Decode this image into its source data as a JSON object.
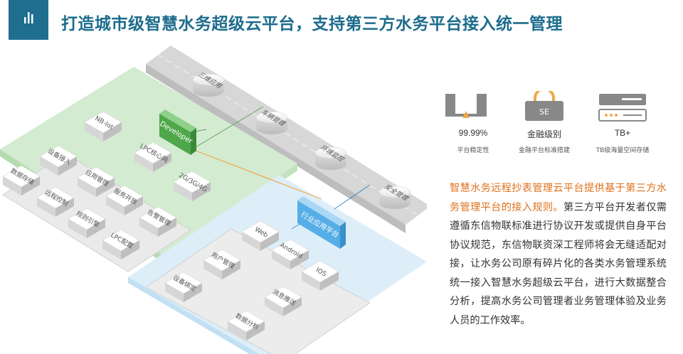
{
  "header": {
    "title": "打造城市级智慧水务超级云平台，支持第三方水务平台接入统一管理"
  },
  "diagram": {
    "developer": "Developer",
    "industry_platform": "行业应用平台",
    "road_nodes": [
      "三维应用",
      "车辆管理",
      "环境监控",
      "安全管理"
    ],
    "green_modules": [
      "NB-Iot",
      "LPC核心网",
      "2G/3G/4G"
    ],
    "green_apps": [
      "设备接入",
      "应用管理",
      "数据存储",
      "远程控制",
      "服务开放",
      "告警管理",
      "规则引擎",
      "LPC配置"
    ],
    "blue_platforms": [
      "Web",
      "Android",
      "IOS"
    ],
    "blue_apps": [
      "用户管理",
      "设备绑定",
      "消息推送",
      "数据分析"
    ]
  },
  "stats": [
    {
      "icon": "balance-icon",
      "value": "99.99%",
      "label": "平台稳定性"
    },
    {
      "icon": "lock-icon",
      "icon_text": "SE",
      "value": "金融级别",
      "label": "金融平台标准搭建"
    },
    {
      "icon": "server-icon",
      "value": "TB+",
      "label": "TB级海量空间存储"
    }
  ],
  "description": {
    "highlight": "智慧水务远程抄表管理云平台提供基于第三方水务管理平台的接入规则。",
    "body": "第三方平台开发者仅需遵循东信物联标准进行协议开发或提供自身平台协议规范，东信物联资深工程师将会无缝适配对接，让水务公司原有碎片化的各类水务管理系统统一接入智慧水务超级云平台，进行大数据整合分析，提高水务公司管理者业务管理体验及业务人员的工作效率。"
  },
  "colors": {
    "title": "#1c6c8c",
    "green_panel": "#d3ebd0",
    "blue_panel": "#ddeef9",
    "developer_green": "#4ea84a",
    "industry_blue": "#56aee6",
    "highlight_orange": "#e0701c",
    "lock_orange": "#f0a848"
  }
}
